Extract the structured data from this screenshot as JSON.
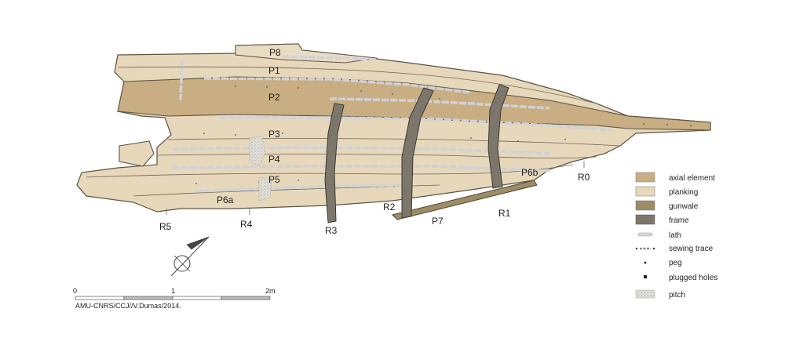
{
  "labels": {
    "strakes": {
      "P8": "P8",
      "P1": "P1",
      "P2": "P2",
      "P3": "P3",
      "P4": "P4",
      "P5": "P5",
      "P6a": "P6a",
      "P6b": "P6b",
      "P7": "P7"
    },
    "frames": {
      "R0": "R0",
      "R1": "R1",
      "R2": "R2",
      "R3": "R3",
      "R4": "R4",
      "R5": "R5"
    }
  },
  "legend": {
    "items": [
      {
        "label": "axial element",
        "color": "#c8ae82"
      },
      {
        "label": "planking",
        "color": "#e7d8bb"
      },
      {
        "label": "gunwale",
        "color": "#9e8c64"
      },
      {
        "label": "frame",
        "color": "#7d776b"
      },
      {
        "label": "lath",
        "color": "#d6d8de"
      },
      {
        "label": "sewing trace",
        "color": "#6b6b6b"
      },
      {
        "label": "peg",
        "color": "#222222"
      },
      {
        "label": "plugged holes",
        "color": "#222222"
      },
      {
        "label": "pitch",
        "color": "#d9d6d0"
      }
    ]
  },
  "scale": {
    "ticks": [
      "0",
      "1",
      "2m"
    ]
  },
  "credit": "AMU-CNRS/CCJ//V.Dumas/2014.",
  "colors": {
    "plank": "#e7d8bb",
    "axial": "#c8ae82",
    "frame": "#7d776b",
    "gunwale": "#9e8c64",
    "outline": "#5b5446"
  }
}
